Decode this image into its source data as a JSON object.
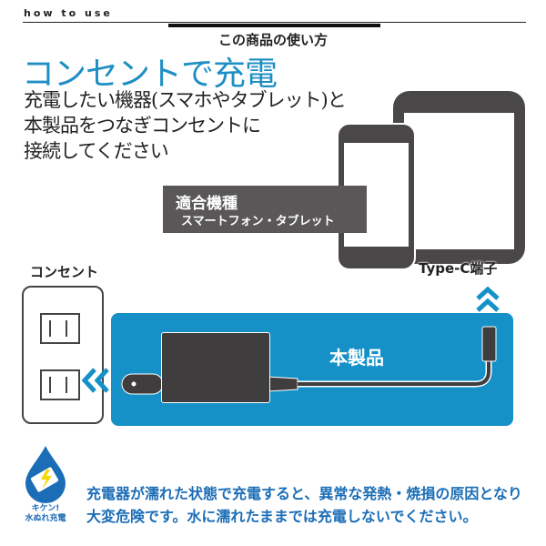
{
  "header": {
    "section_label": "how to use",
    "subtitle": "この商品の使い方"
  },
  "main": {
    "title": "コンセントで充電",
    "instructions": [
      "充電したい機器(スマホやタブレット)と",
      "本製品をつなぎコンセントに",
      "接続してください"
    ]
  },
  "diagram": {
    "compatible_heading": "適合機種",
    "compatible_devices": "スマートフォン・タブレット",
    "port_label": "Type-C端子",
    "outlet_label": "コンセント",
    "product_label": "本製品"
  },
  "warning": {
    "icon_caption_1": "キケン!",
    "icon_caption_2": "水ぬれ充電",
    "line_1": "充電器が濡れた状態で充電すると、異常な発熱・焼損の原因となり",
    "line_2": "大変危険です。水に濡れたままでは充電しないでください。"
  },
  "colors": {
    "accent": "#1e8fc4",
    "panel": "#1591c8",
    "device": "#4a4748",
    "warning_text": "#1b6db6"
  }
}
